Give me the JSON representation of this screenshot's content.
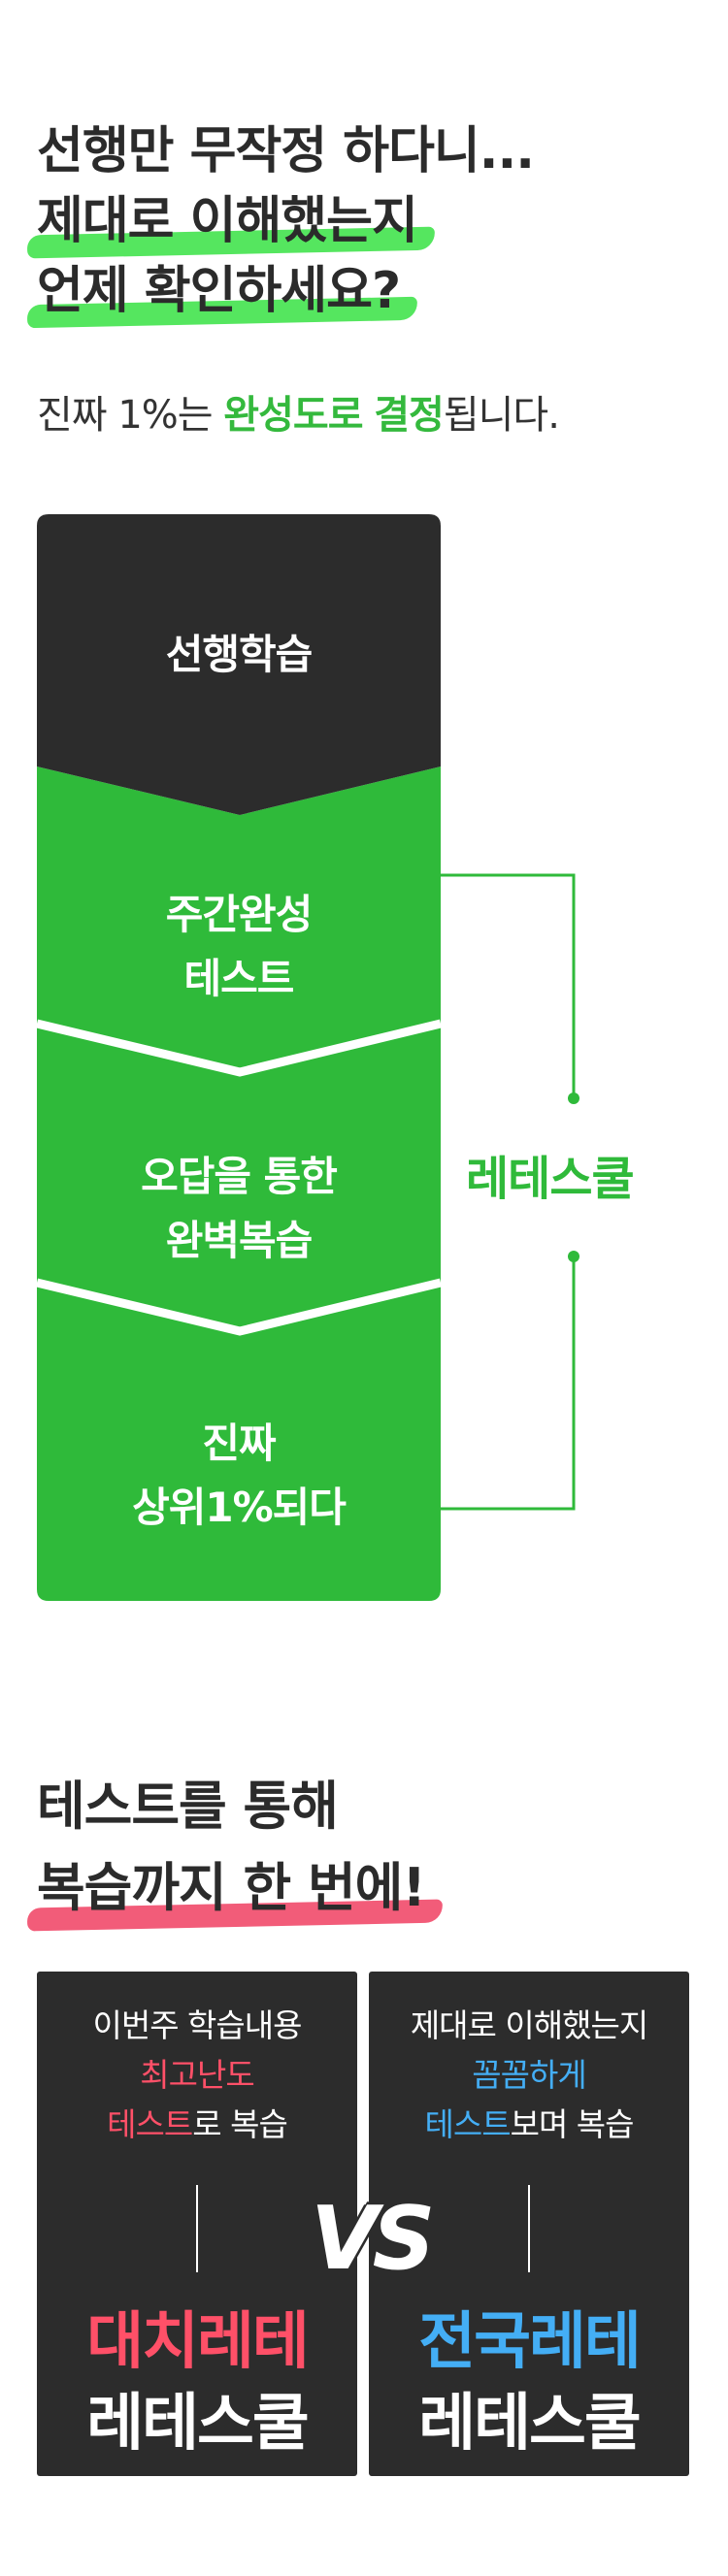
{
  "hero": {
    "line1": "선행만 무작정 하다니...",
    "line2": "제대로 이해했는지",
    "line3": "언제 확인하세요?"
  },
  "subtitle": {
    "prefix": "진짜 1%는 ",
    "hl1": "완성도로",
    "mid": " ",
    "hl2": "결정",
    "suffix": "됩니다."
  },
  "flow": {
    "steps": [
      {
        "line1": "선행학습",
        "line2": ""
      },
      {
        "line1": "주간완성",
        "line2": "테스트"
      },
      {
        "line1": "오답을 통한",
        "line2": "완벽복습"
      },
      {
        "line1": "진짜",
        "line2": "상위1%되다"
      }
    ],
    "bracket_label": "레테스쿨"
  },
  "section2": {
    "line1": "테스트를 통해",
    "line2": "복습까지 한 번에!"
  },
  "compare": {
    "left": {
      "line1": "이번주 학습내용",
      "line2": "최고난도",
      "line3_hl": "테스트",
      "line3_rest": "로 복습",
      "big1": "대치레테",
      "big2": "레테스쿨"
    },
    "vs": "VS",
    "right": {
      "line1": "제대로 이해했는지",
      "line2": "꼼꼼하게",
      "line3_hl": "테스트",
      "line3_rest": "보며 복습",
      "big1": "전국레테",
      "big2": "레테스쿨"
    }
  },
  "colors": {
    "green": "#2fba3a",
    "highlight_green": "#55e65f",
    "dark": "#2c2c2c",
    "pink": "#f25c79",
    "red": "#ff5068",
    "blue": "#44aef5"
  }
}
